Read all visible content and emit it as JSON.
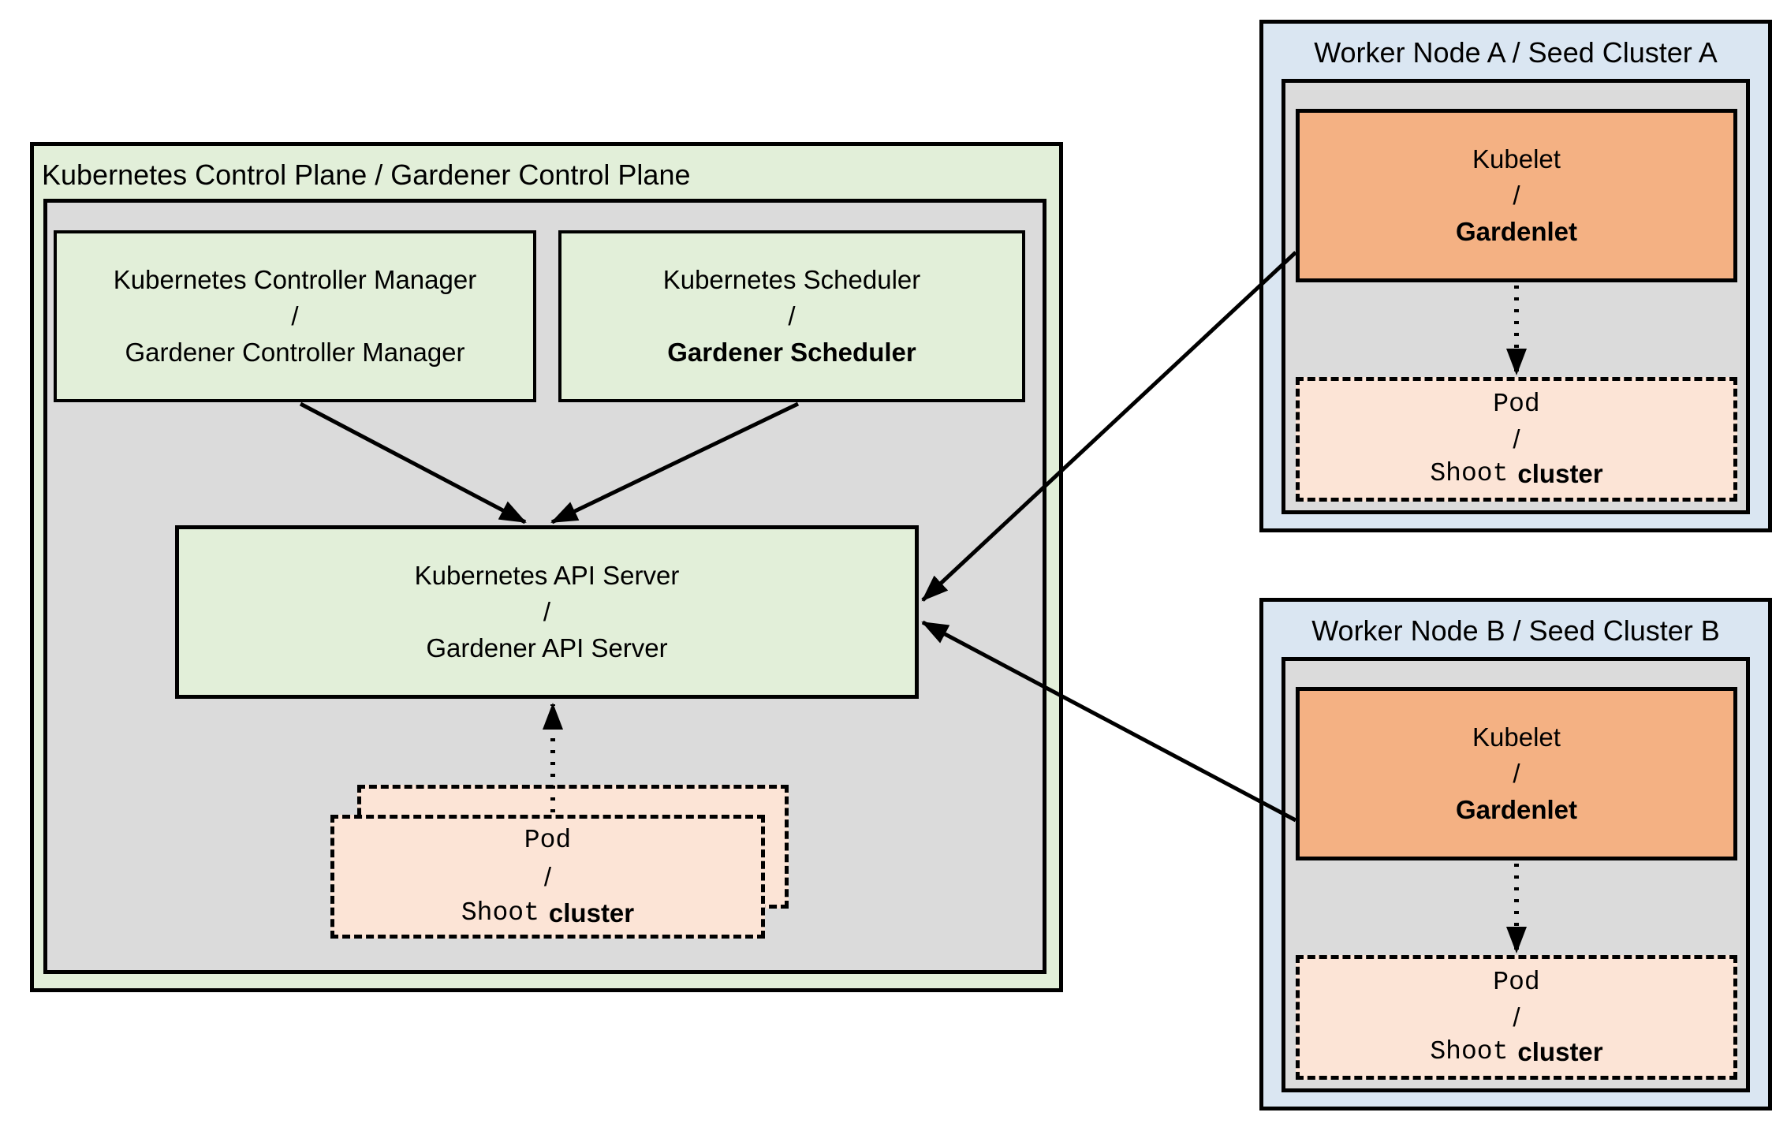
{
  "diagram": {
    "control_plane": {
      "title": "Kubernetes Control Plane / Gardener Control Plane",
      "controller_manager": {
        "line1": "Kubernetes Controller Manager",
        "slash": "/",
        "line2": "Gardener Controller Manager"
      },
      "scheduler": {
        "line1": "Kubernetes Scheduler",
        "slash": "/",
        "line2": "Gardener Scheduler"
      },
      "api_server": {
        "line1": "Kubernetes API Server",
        "slash": "/",
        "line2": "Gardener API Server"
      },
      "pod_stack": {
        "pod": "Pod",
        "slash": "/",
        "shoot": "Shoot",
        "cluster": "cluster"
      }
    },
    "worker_node_a": {
      "title": "Worker Node A / Seed Cluster A",
      "kubelet": {
        "line1": "Kubelet",
        "slash": "/",
        "line2": "Gardenlet"
      },
      "pod": {
        "pod": "Pod",
        "slash": "/",
        "shoot": "Shoot",
        "cluster": "cluster"
      }
    },
    "worker_node_b": {
      "title": "Worker Node B / Seed Cluster B",
      "kubelet": {
        "line1": "Kubelet",
        "slash": "/",
        "line2": "Gardenlet"
      },
      "pod": {
        "pod": "Pod",
        "slash": "/",
        "shoot": "Shoot",
        "cluster": "cluster"
      }
    }
  },
  "colors": {
    "light_green": "#e2efd9",
    "gray": "#dbdbdb",
    "orange": "#f4b183",
    "peach": "#fce4d6",
    "light_blue": "#dae6f2",
    "line": "#000000"
  }
}
